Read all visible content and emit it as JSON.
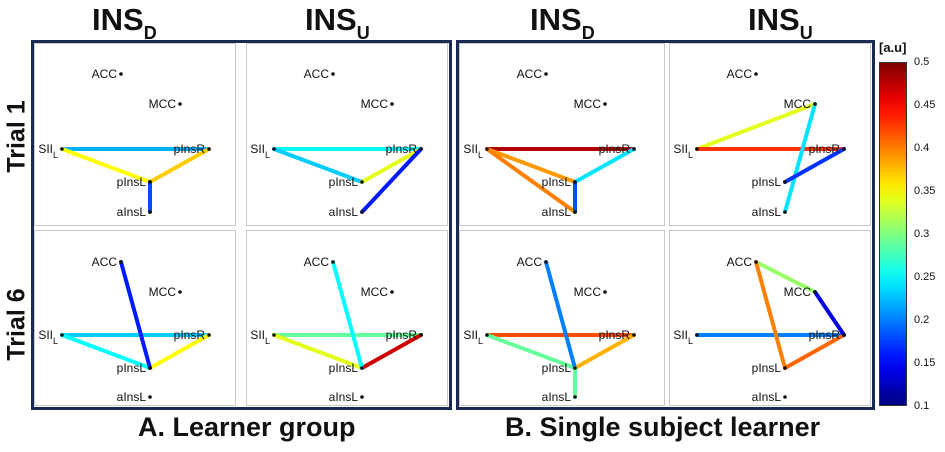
{
  "column_headers": [
    {
      "main": "INS",
      "sub": "D"
    },
    {
      "main": "INS",
      "sub": "U"
    },
    {
      "main": "INS",
      "sub": "D"
    },
    {
      "main": "INS",
      "sub": "U"
    }
  ],
  "row_headers": [
    "Trial 1",
    "Trial 6"
  ],
  "captions": [
    "A. Learner group",
    "B. Single subject learner"
  ],
  "colorbar": {
    "unit": "[a.u]",
    "min": 0.1,
    "max": 0.5,
    "ticks": [
      "0.5",
      "0.45",
      "0.4",
      "0.35",
      "0.3",
      "0.25",
      "0.2",
      "0.15",
      "0.1"
    ]
  },
  "nodes": {
    "ACC": {
      "label": "ACC",
      "sub": ""
    },
    "MCC": {
      "label": "MCC",
      "sub": ""
    },
    "SII": {
      "label": "SII",
      "sub": "L"
    },
    "pInsR": {
      "label": "pInsR",
      "sub": ""
    },
    "pInsL": {
      "label": "pInsL",
      "sub": ""
    },
    "aInsL": {
      "label": "aInsL",
      "sub": ""
    }
  },
  "panels": [
    {
      "group": "A. Learner group",
      "trial": "Trial 1",
      "condition": "INS_D",
      "edges": [
        [
          "SII",
          "pInsR",
          0.22
        ],
        [
          "SII",
          "pInsL",
          0.35
        ],
        [
          "pInsL",
          "pInsR",
          0.37
        ],
        [
          "pInsL",
          "aInsL",
          0.18
        ]
      ]
    },
    {
      "group": "A. Learner group",
      "trial": "Trial 1",
      "condition": "INS_U",
      "edges": [
        [
          "SII",
          "pInsR",
          0.25
        ],
        [
          "SII",
          "pInsL",
          0.23
        ],
        [
          "pInsL",
          "pInsR",
          0.34
        ],
        [
          "pInsR",
          "aInsL",
          0.16
        ]
      ]
    },
    {
      "group": "B. Single subject learner",
      "trial": "Trial 1",
      "condition": "INS_D",
      "edges": [
        [
          "SII",
          "pInsR",
          0.48
        ],
        [
          "SII",
          "pInsL",
          0.39
        ],
        [
          "SII",
          "aInsL",
          0.4
        ],
        [
          "pInsL",
          "pInsR",
          0.24
        ],
        [
          "pInsL",
          "aInsL",
          0.18
        ]
      ]
    },
    {
      "group": "B. Single subject learner",
      "trial": "Trial 1",
      "condition": "INS_U",
      "edges": [
        [
          "SII",
          "MCC",
          0.34
        ],
        [
          "SII",
          "pInsR",
          0.43
        ],
        [
          "MCC",
          "aInsL",
          0.24
        ],
        [
          "pInsL",
          "pInsR",
          0.17
        ]
      ]
    },
    {
      "group": "A. Learner group",
      "trial": "Trial 6",
      "condition": "INS_D",
      "edges": [
        [
          "SII",
          "pInsR",
          0.23
        ],
        [
          "SII",
          "pInsL",
          0.25
        ],
        [
          "pInsL",
          "pInsR",
          0.35
        ],
        [
          "ACC",
          "pInsL",
          0.16
        ]
      ]
    },
    {
      "group": "A. Learner group",
      "trial": "Trial 6",
      "condition": "INS_U",
      "edges": [
        [
          "SII",
          "pInsR",
          0.29
        ],
        [
          "SII",
          "pInsL",
          0.34
        ],
        [
          "pInsL",
          "pInsR",
          0.47
        ],
        [
          "ACC",
          "pInsL",
          0.25
        ]
      ]
    },
    {
      "group": "B. Single subject learner",
      "trial": "Trial 6",
      "condition": "INS_D",
      "edges": [
        [
          "SII",
          "pInsR",
          0.42
        ],
        [
          "SII",
          "pInsL",
          0.29
        ],
        [
          "pInsL",
          "pInsR",
          0.38
        ],
        [
          "ACC",
          "pInsL",
          0.2
        ],
        [
          "pInsL",
          "aInsL",
          0.29
        ]
      ]
    },
    {
      "group": "B. Single subject learner",
      "trial": "Trial 6",
      "condition": "INS_U",
      "edges": [
        [
          "SII",
          "pInsR",
          0.2
        ],
        [
          "ACC",
          "MCC",
          0.31
        ],
        [
          "ACC",
          "pInsL",
          0.4
        ],
        [
          "pInsL",
          "pInsR",
          0.41
        ],
        [
          "MCC",
          "pInsR",
          0.14
        ]
      ]
    }
  ]
}
